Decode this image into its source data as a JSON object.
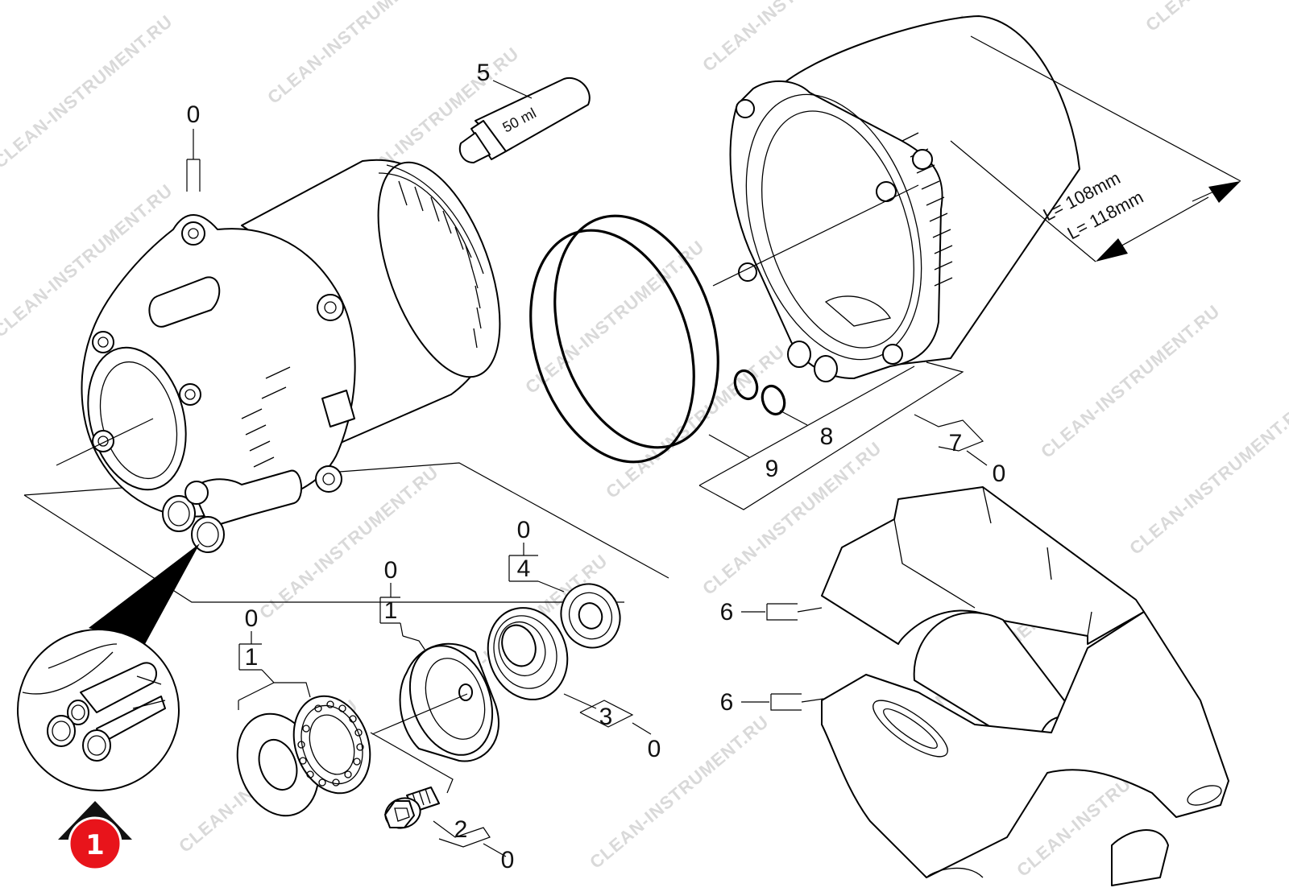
{
  "watermark": "CLEAN-INSTRUMENT.RU",
  "tube_label": "50 ml",
  "dimensions": {
    "short": "L= 108mm",
    "long": "L= 118mm"
  },
  "detail_badge": "1",
  "callouts": {
    "c0_top": "0",
    "c5": "5",
    "c9": "9",
    "c8": "8",
    "c7": "7",
    "c7_sub": "0",
    "c6_upper": "6",
    "c6_lower": "6",
    "c4_top": "0",
    "c4": "4",
    "c1a_top": "0",
    "c1a": "1",
    "c1b_top": "0",
    "c1b": "1",
    "c3": "3",
    "c3_sub": "0",
    "c2": "2",
    "c2_sub": "0"
  },
  "colors": {
    "badge": "#e8141b",
    "lines": "#000000",
    "watermark": "#d9d9d9"
  }
}
